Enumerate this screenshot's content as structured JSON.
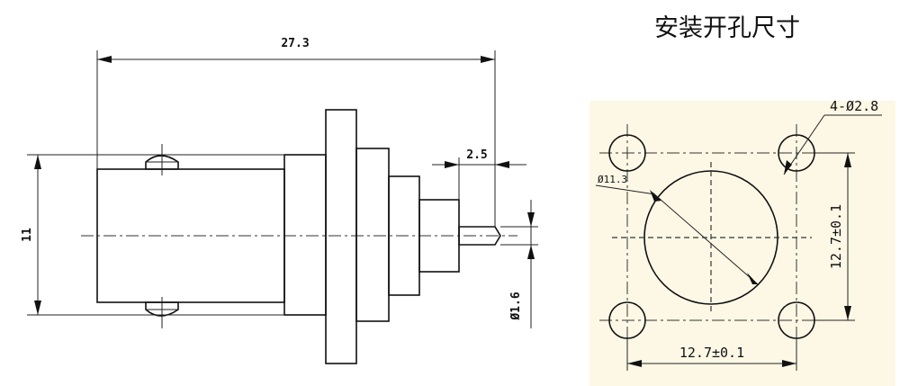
{
  "title": "安装开孔尺寸",
  "side_view": {
    "overall_length": "27.3",
    "height": "11",
    "pin_length": "2.5",
    "pin_diameter": "Ø1.6"
  },
  "panel_cutout": {
    "small_holes": "4-Ø2.8",
    "center_hole": "Ø11.3",
    "vertical_spacing": "12.7±0.1",
    "horizontal_spacing": "12.7±0.1"
  },
  "colors": {
    "line": "#111111",
    "cutout_background": "#fdf8e6"
  }
}
